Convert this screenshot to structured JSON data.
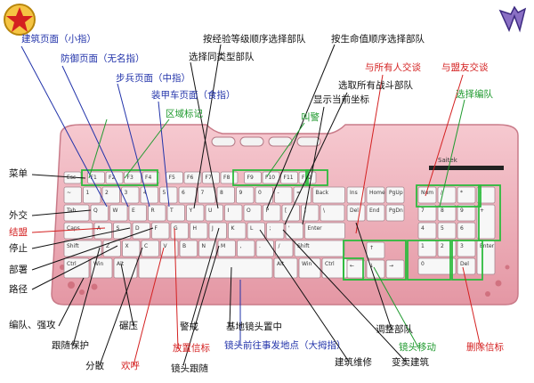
{
  "colors": {
    "black": "#111111",
    "blue": "#2233aa",
    "green": "#1f9a2e",
    "red": "#d42020",
    "body": "#eba8b3",
    "bodyDark": "#d98a97",
    "key": "#f7f7f7",
    "highlight": "#2dbb3d"
  },
  "brand": "Saitek",
  "keyboard": {
    "function_row": [
      "Esc",
      "F1",
      "F2",
      "F3",
      "F4",
      "F5",
      "F6",
      "F7",
      "F8",
      "F9",
      "F10",
      "F11",
      "F12"
    ],
    "number_row": [
      "~",
      "1",
      "2",
      "3",
      "4",
      "5",
      "6",
      "7",
      "8",
      "9",
      "0",
      "-",
      "=",
      "Back"
    ],
    "q_row": [
      "Tab",
      "Q",
      "W",
      "E",
      "R",
      "T",
      "Y",
      "U",
      "I",
      "O",
      "P",
      "[",
      "]",
      "\\"
    ],
    "a_row": [
      "Caps",
      "A",
      "S",
      "D",
      "F",
      "G",
      "H",
      "J",
      "K",
      "L",
      ";",
      "'",
      "Enter"
    ],
    "z_row": [
      "Shift",
      "Z",
      "X",
      "C",
      "V",
      "B",
      "N",
      "M",
      ",",
      ".",
      "/",
      "Shift"
    ],
    "bottom_row": [
      "Ctrl",
      "Win",
      "Alt",
      "",
      "Alt",
      "Win",
      "Ctrl"
    ],
    "nav_keys": [
      "Ins",
      "Home",
      "PgUp",
      "Del",
      "End",
      "PgDn"
    ],
    "numpad": [
      "Num",
      "/",
      "*",
      "-",
      "7",
      "8",
      "9",
      "+",
      "4",
      "5",
      "6",
      "1",
      "2",
      "3",
      "Enter",
      "0",
      "Del"
    ]
  },
  "labels": {
    "building_page": "建筑页面（小指）",
    "defense_page": "防御页面（无名指）",
    "infantry_page": "步兵页面（中指）",
    "armor_page": "装甲车页面（食指）",
    "zone_mark": "区域标记",
    "by_experience": "按经验等级顺序选择部队",
    "by_health": "按生命值顺序选择部队",
    "same_type": "选择同类型部队",
    "select_all_combat": "选取所有战斗部队",
    "show_coords": "显示当前坐标",
    "alert": "叫警",
    "chat_all": "与所有人交谈",
    "chat_allies": "与盟友交谈",
    "select_group": "选择编队",
    "menu": "菜单",
    "diplomacy": "外交",
    "pause_game": "结盟",
    "stop": "停止",
    "deploy": "部署",
    "waypoint": "路径",
    "group_force": "编队、强攻",
    "follow_guard": "跟随保护",
    "scatter": "分散",
    "cheer": "欢呼",
    "crush": "碾压",
    "place_beacon": "放置信标",
    "guard": "警戒",
    "camera_follow": "镜头跟随",
    "base_center": "基地镜头置中",
    "camera_event": "镜头前往事发地点（大拇指）",
    "building_repair": "建筑维修",
    "sell_building": "变卖建筑",
    "adjust_units": "调整部队",
    "camera_move": "镜头移动",
    "delete_beacon": "删除信标"
  }
}
